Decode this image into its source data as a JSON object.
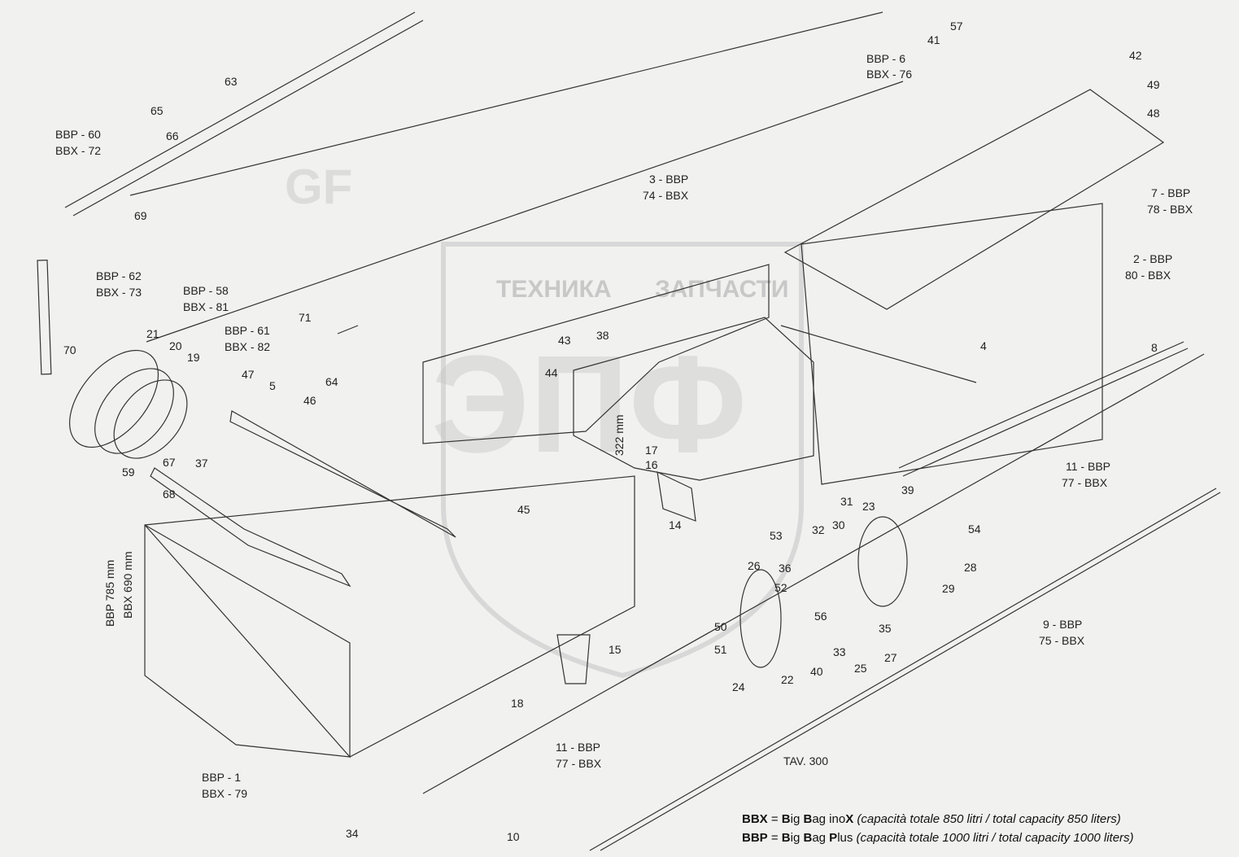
{
  "watermark": {
    "left_text": "ТЕХНИКА",
    "right_text": "ЗАПЧАСТИ",
    "big_text": "ЭПФ",
    "logo": "GF"
  },
  "dimensions": {
    "dim_bbp": "BBP 785 mm",
    "dim_bbx": "BBX 690 mm",
    "dim_322": "322 mm"
  },
  "parts": {
    "p1": "BBP - 1",
    "p79": "BBX - 79",
    "p3": "3 - BBP",
    "p74": "74 - BBX",
    "p2": "2 - BBP",
    "p80": "80 - BBX",
    "p6": "BBP - 6",
    "p76": "BBX - 76",
    "p7": "7 - BBP",
    "p78": "78 - BBX",
    "p9": "9 - BBP",
    "p75": "75 - BBX",
    "p11a": "11 - BBP",
    "p77a": "77 - BBX",
    "p11b": "11 - BBP",
    "p77b": "77 - BBX",
    "p58": "BBP - 58",
    "p81": "BBX - 81",
    "p60": "BBP - 60",
    "p72": "BBX - 72",
    "p61": "BBP - 61",
    "p82": "BBX - 82",
    "p62": "BBP - 62",
    "p73": "BBX - 73",
    "tav": "TAV. 300"
  },
  "legend": {
    "bbx_abbr": "BBX",
    "bbx_def_pre": " = ",
    "bbx_B": "B",
    "bbx_ig": "ig ",
    "bbx_B2": "B",
    "bbx_ag": "ag ino",
    "bbx_X": "X",
    "bbx_note": " (capacità totale 850 litri / total capacity 850 liters)",
    "bbp_abbr": "BBP",
    "bbp_def_pre": " = ",
    "bbp_B": "B",
    "bbp_ig": "ig ",
    "bbp_B2": "B",
    "bbp_ag": "ag ",
    "bbp_P": "P",
    "bbp_lus": "lus",
    "bbp_note": " (capacità totale 1000 litri / total capacity 1000 liters)"
  },
  "callouts": [
    "4",
    "5",
    "8",
    "10",
    "14",
    "15",
    "16",
    "17",
    "18",
    "19",
    "20",
    "21",
    "22",
    "23",
    "24",
    "25",
    "26",
    "27",
    "28",
    "29",
    "30",
    "31",
    "32",
    "33",
    "34",
    "35",
    "36",
    "37",
    "38",
    "39",
    "40",
    "41",
    "42",
    "43",
    "44",
    "45",
    "46",
    "47",
    "48",
    "49",
    "50",
    "51",
    "52",
    "53",
    "54",
    "56",
    "57",
    "59",
    "63",
    "64",
    "65",
    "66",
    "67",
    "68",
    "69",
    "70",
    "71"
  ]
}
